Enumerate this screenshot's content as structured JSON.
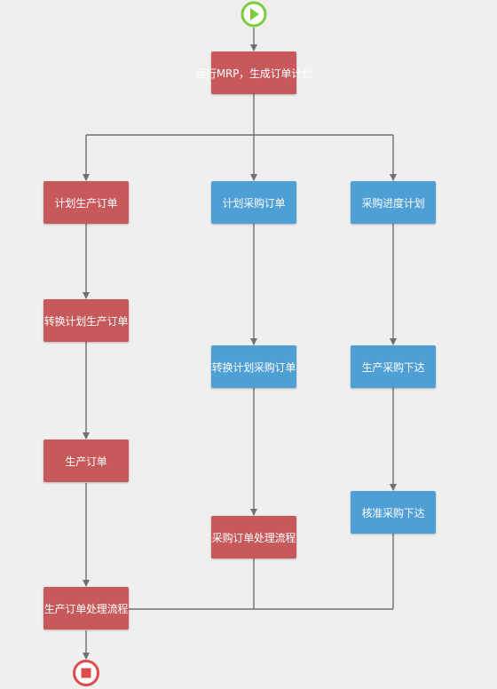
{
  "colors": {
    "task_red": "#c8595a",
    "task_blue": "#4e9fd6",
    "start_green": "#7ccc3c",
    "end_red": "#de4b4b",
    "connector": "#707070",
    "background": "#efefef"
  },
  "nodes": {
    "start": {
      "icon": "play-icon"
    },
    "end": {
      "icon": "stop-icon"
    },
    "run_mrp": {
      "label": "运行MRP，生成订单计划"
    },
    "plan_production_order": {
      "label": "计划生产订单"
    },
    "convert_plan_production_order": {
      "label": "转换计划生产订单"
    },
    "production_order": {
      "label": "生产订单"
    },
    "production_order_process": {
      "label": "生产订单处理流程"
    },
    "plan_purchase_order": {
      "label": "计划采购订单"
    },
    "convert_plan_purchase_order": {
      "label": "转换计划采购订单"
    },
    "purchase_order_process": {
      "label": "采购订单处理流程"
    },
    "purchase_schedule_plan": {
      "label": "采购进度计划"
    },
    "produce_purchase_release": {
      "label": "生产采购下达"
    },
    "approve_purchase_release": {
      "label": "核准采购下达"
    }
  }
}
